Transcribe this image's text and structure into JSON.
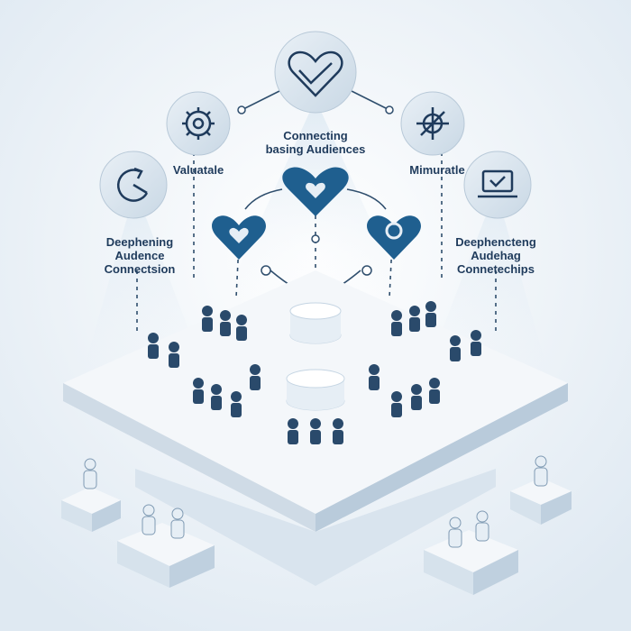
{
  "labels": {
    "top": [
      "Connecting",
      "basing Audiences"
    ],
    "left_mid": "Valuatale",
    "right_mid": "Mimuratle",
    "left_low": [
      "Deephening",
      "Audence",
      "Connectsion"
    ],
    "right_low": [
      "Deephencteng",
      "Audehag",
      "Connetechips"
    ]
  },
  "colors": {
    "accent": "#1f5f8f",
    "accent_dark": "#163f66",
    "circle_fill": "#dbe6ef",
    "line": "#2f4e6d",
    "platform": "#f4f7fa",
    "platform_side": "#cfdbe6",
    "people": "#2a4a6b"
  },
  "icons": {
    "top": "heart-handshake-icon",
    "left_upper": "gear-icon",
    "left_lower": "cycle-arrow-icon",
    "right_upper": "target-network-icon",
    "right_lower": "laptop-check-icon",
    "hearts": [
      "heart-icon",
      "heart-icon",
      "heart-ring-icon"
    ]
  }
}
